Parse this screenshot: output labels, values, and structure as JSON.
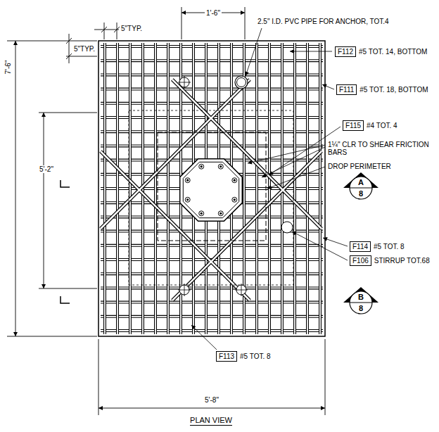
{
  "diagram": {
    "caption": "PLAN VIEW",
    "nodes": [
      {
        "text": [
          "F112"
        ]
      },
      {
        "text": [
          "F111"
        ]
      },
      {
        "text": [
          "F115"
        ]
      },
      {
        "text": [
          "A",
          "8"
        ]
      },
      {
        "text": [
          "F114"
        ]
      },
      {
        "text": [
          "F106"
        ]
      },
      {
        "text": [
          "B",
          "8"
        ]
      },
      {
        "text": [
          "F113"
        ]
      }
    ],
    "labels": [
      "1'-6\"",
      "2.5\" I.D. PVC PIPE FOR ANCHOR, TOT.4",
      "5\"TYP.",
      "5\"TYP.",
      "#5 TOT. 14, BOTTOM",
      "#5 TOT. 18, BOTTOM",
      "7'-6\"",
      "#4 TOT. 4",
      "1¼\" CLR TO SHEAR FRICTION BARS",
      "DROP PERIMETER",
      "5'-2\"",
      "#5 TOT. 8",
      "STIRRUP TOT.68",
      "#5 TOT. 8",
      "5'-8\""
    ]
  }
}
